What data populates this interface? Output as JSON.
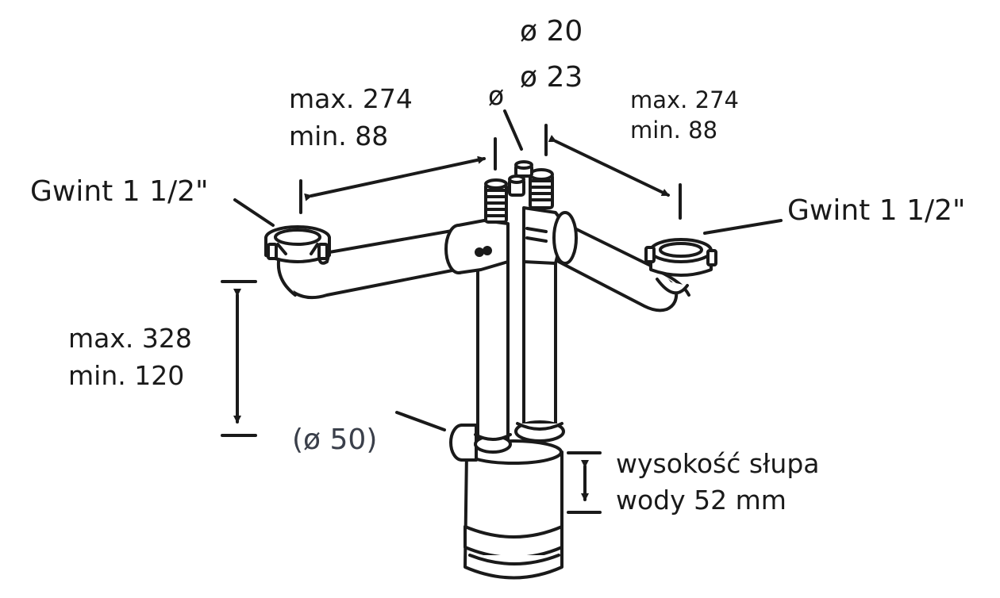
{
  "diagram": {
    "labels": {
      "dia_20": "ø 20",
      "dia_23": "ø 23",
      "dia_small": "ø",
      "left_max": "max. 274",
      "left_min": "min. 88",
      "right_max": "max. 274",
      "right_min": "min. 88",
      "thread_left": "Gwint 1 1/2\"",
      "thread_right": "Gwint 1 1/2\"",
      "height_max": "max. 328",
      "height_min": "min. 120",
      "outlet": "(ø 50)",
      "water_line1": "wysokość słupa",
      "water_line2": "wody 52 mm"
    },
    "colors": {
      "ink": "#1a1a1a",
      "outlet_text": "#3a3f4a",
      "pipe_fill": "#ffffff"
    }
  }
}
